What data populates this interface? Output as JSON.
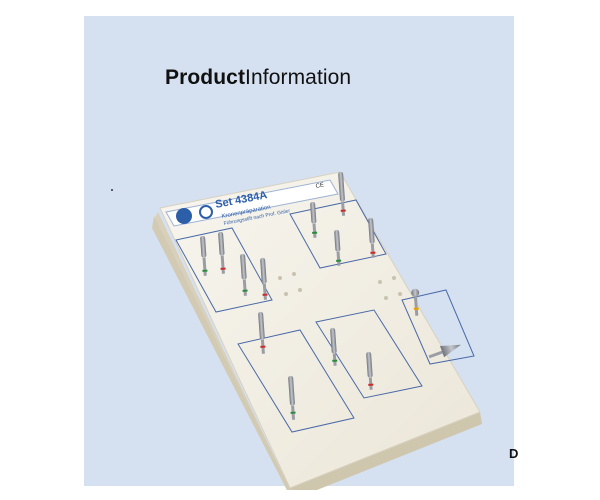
{
  "page": {
    "title_bold": "Product",
    "title_light": "Information",
    "corner_letter": "D"
  },
  "kit": {
    "set_label": "Set 4384A",
    "subtitle_line1": "Kronenpräparation",
    "subtitle_line2": "Führungsstift nach Prof. Gisler",
    "ce_mark": "CE",
    "tray_color": "#f2efe6",
    "bur_color": "#8c9198",
    "logo_color": "#2d5fa8"
  }
}
